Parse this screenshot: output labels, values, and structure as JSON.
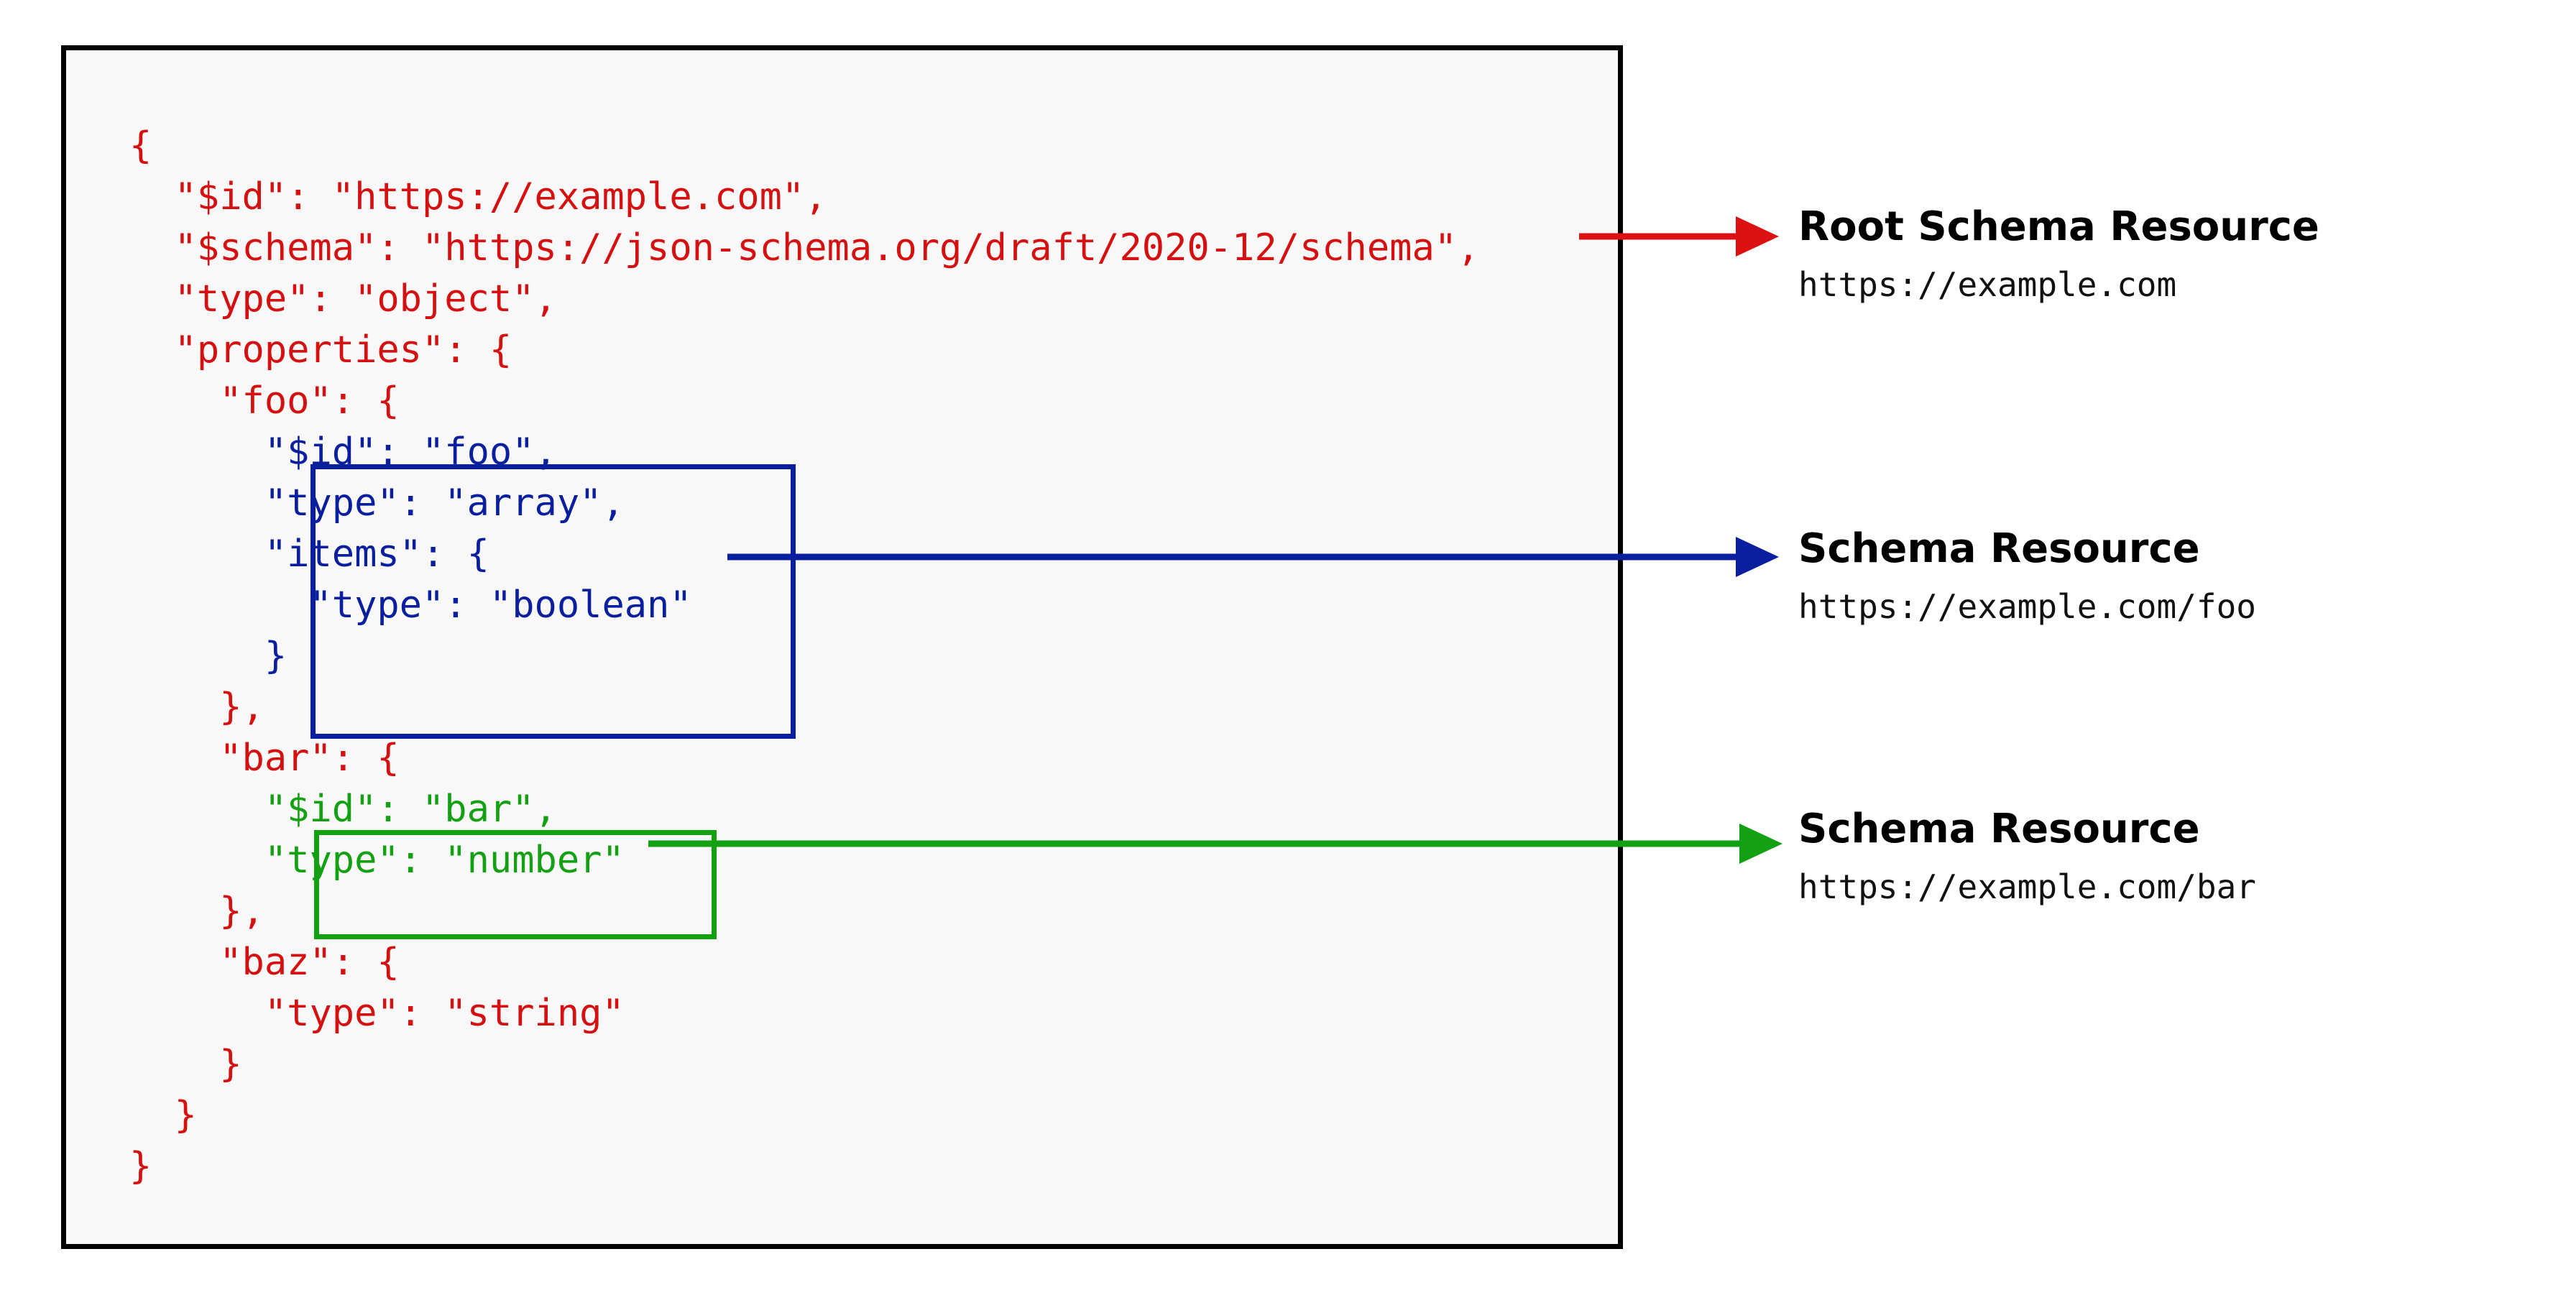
{
  "diagram": {
    "title": "JSON Schema resource identification",
    "colors": {
      "root_red": "#d41010",
      "arrow_red": "#dd1111",
      "foo_blue": "#0a1f9e",
      "bar_green": "#13a013",
      "panel_border": "#000000",
      "panel_fill": "#f8f8f8"
    }
  },
  "code": {
    "language": "json",
    "lines": [
      {
        "indent": 0,
        "text": "{",
        "color": "red"
      },
      {
        "indent": 0,
        "text": "  \"$id\": \"https://example.com\",",
        "color": "red"
      },
      {
        "indent": 0,
        "text": "  \"$schema\": \"https://json-schema.org/draft/2020-12/schema\",",
        "color": "red"
      },
      {
        "indent": 0,
        "text": "  \"type\": \"object\",",
        "color": "red"
      },
      {
        "indent": 0,
        "text": "  \"properties\": {",
        "color": "red"
      },
      {
        "indent": 0,
        "text": "    \"foo\": {",
        "color": "red"
      },
      {
        "indent": 0,
        "text": "      \"$id\": \"foo\",",
        "color": "blue"
      },
      {
        "indent": 0,
        "text": "      \"type\": \"array\",",
        "color": "blue"
      },
      {
        "indent": 0,
        "text": "      \"items\": {",
        "color": "blue"
      },
      {
        "indent": 0,
        "text": "        \"type\": \"boolean\"",
        "color": "blue"
      },
      {
        "indent": 0,
        "text": "      }",
        "color": "blue"
      },
      {
        "indent": 0,
        "text": "    },",
        "color": "red"
      },
      {
        "indent": 0,
        "text": "    \"bar\": {",
        "color": "red"
      },
      {
        "indent": 0,
        "text": "      \"$id\": \"bar\",",
        "color": "green"
      },
      {
        "indent": 0,
        "text": "      \"type\": \"number\"",
        "color": "green"
      },
      {
        "indent": 0,
        "text": "    },",
        "color": "red"
      },
      {
        "indent": 0,
        "text": "    \"baz\": {",
        "color": "red"
      },
      {
        "indent": 0,
        "text": "      \"type\": \"string\"",
        "color": "red"
      },
      {
        "indent": 0,
        "text": "    }",
        "color": "red"
      },
      {
        "indent": 0,
        "text": "  }",
        "color": "red"
      },
      {
        "indent": 0,
        "text": "}",
        "color": "red"
      }
    ]
  },
  "legend": {
    "root": {
      "title": "Root Schema Resource",
      "url": "https://example.com"
    },
    "foo": {
      "title": "Schema Resource",
      "url": "https://example.com/foo"
    },
    "bar": {
      "title": "Schema Resource",
      "url": "https://example.com/bar"
    }
  },
  "annotations": {
    "root_arrow": "arrow-right-red",
    "foo_arrow": "arrow-right-blue",
    "bar_arrow": "arrow-right-green",
    "foo_box": "foo-subschema-highlight",
    "bar_box": "bar-subschema-highlight"
  }
}
